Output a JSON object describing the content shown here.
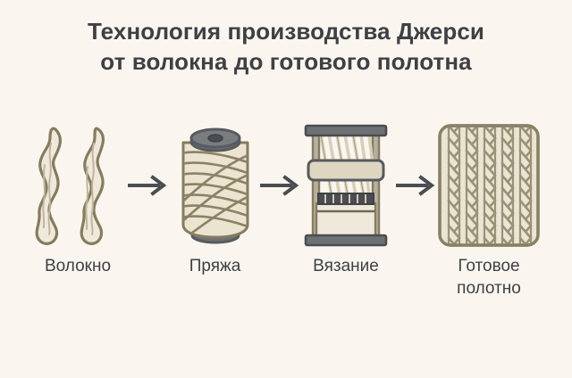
{
  "page": {
    "background_color": "#faf6ef",
    "text_color": "#3f4045"
  },
  "title": {
    "line1": "Технология производства Джерси",
    "line2": "от волокна до готового полотна"
  },
  "palette": {
    "cream_fill": "#efe9dc",
    "yarn_cream": "#ebe4d0",
    "olive_outline": "#857c60",
    "dark_gray": "#575a5e",
    "dark_gray_light": "#6e7174",
    "arrow_color": "#4a4d51",
    "fabric_fill": "#eae4d2",
    "fabric_border": "#8a8165"
  },
  "stages": [
    {
      "id": "fiber",
      "icon": "fiber-strands-icon",
      "label": "Волокно",
      "label_line2": ""
    },
    {
      "id": "yarn",
      "icon": "yarn-spool-icon",
      "label": "Пряжа",
      "label_line2": ""
    },
    {
      "id": "knitting",
      "icon": "knitting-machine-icon",
      "label": "Вязание",
      "label_line2": ""
    },
    {
      "id": "fabric",
      "icon": "knit-fabric-swatch-icon",
      "label": "Готовое",
      "label_line2": "полотно"
    }
  ],
  "arrows": [
    {
      "id": "arrow-1",
      "icon": "arrow-right-icon"
    },
    {
      "id": "arrow-2",
      "icon": "arrow-right-icon"
    },
    {
      "id": "arrow-3",
      "icon": "arrow-right-icon"
    }
  ]
}
